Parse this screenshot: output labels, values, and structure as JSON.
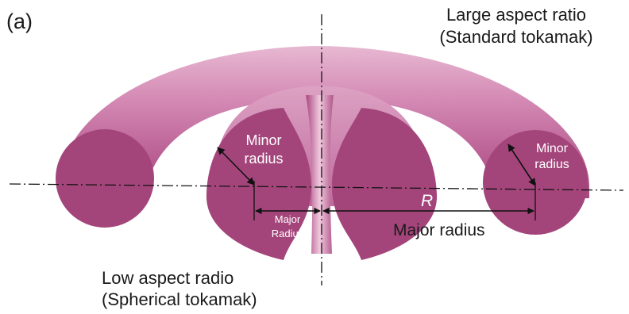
{
  "panel_label": "(a)",
  "standard_title": {
    "line1": "Large aspect ratio",
    "line2": "(Standard tokamak)"
  },
  "spherical_title": {
    "line1": "Low aspect radio",
    "line2": "(Spherical tokamak)"
  },
  "labels": {
    "minor_radius_left": {
      "line1": "Minor",
      "line2": "radius"
    },
    "minor_radius_right": {
      "line1": "Minor",
      "line2": "radius"
    },
    "major_radius_small": {
      "line1": "Major",
      "line2": "Radius"
    },
    "major_radius": "Major radius",
    "R": "R"
  },
  "colors": {
    "torus_fill": "#c06a9e",
    "cross_section_fill": "#a3457a",
    "line_color": "#111111"
  }
}
